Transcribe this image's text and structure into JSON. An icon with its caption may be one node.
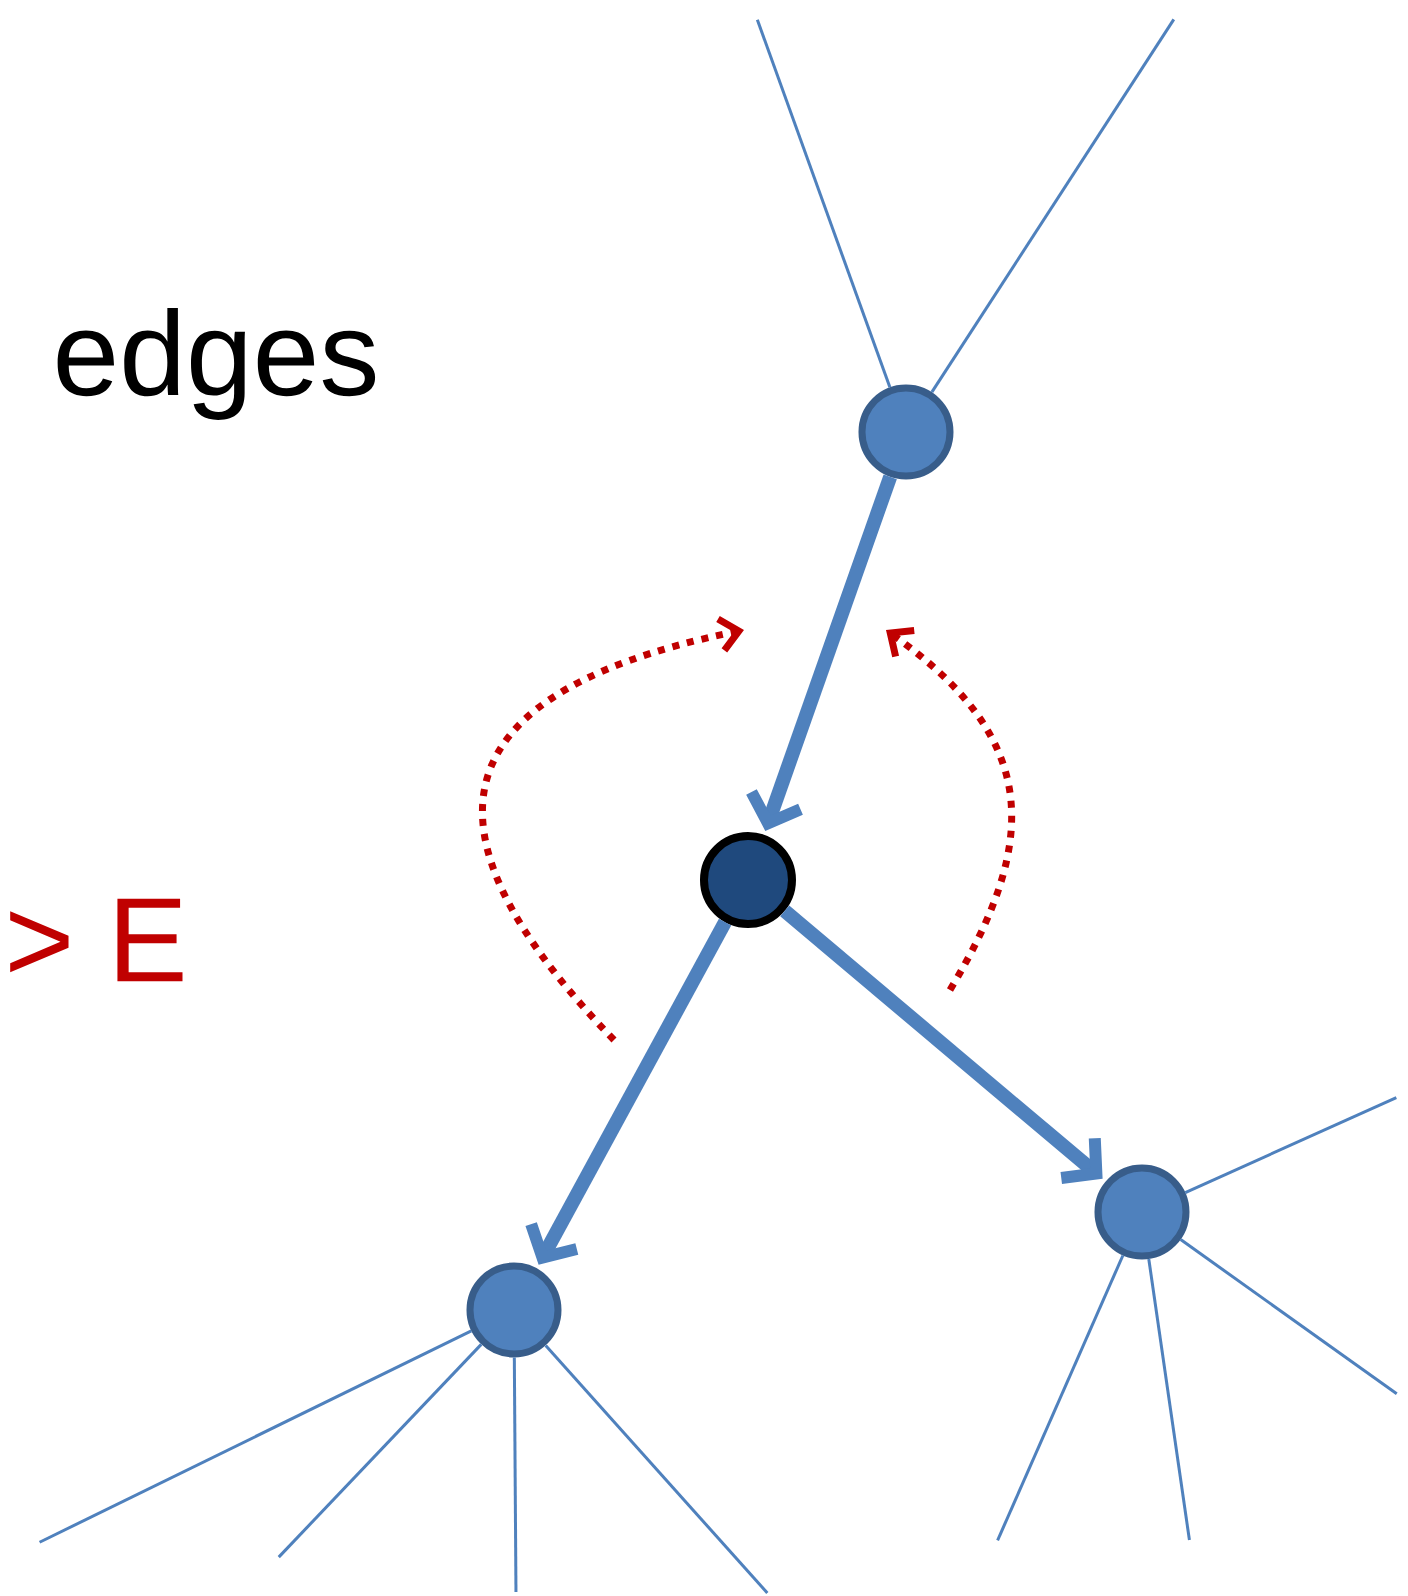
{
  "diagram": {
    "nodes": [
      {
        "text": [],
        "shape": "circle"
      },
      {
        "text": [],
        "shape": "circle"
      },
      {
        "text": [],
        "shape": "circle"
      },
      {
        "text": [],
        "shape": "circle"
      }
    ],
    "edges": [
      {
        "from": 0,
        "to": 1,
        "arrow": "to",
        "style": "thick"
      },
      {
        "from": 1,
        "to": 2,
        "arrow": "to",
        "style": "thick"
      },
      {
        "from": 1,
        "to": 3,
        "arrow": "to",
        "style": "thick"
      },
      {
        "from": 0,
        "to": null,
        "arrow": "none"
      },
      {
        "from": 0,
        "to": null,
        "arrow": "none"
      },
      {
        "from": 2,
        "to": null,
        "arrow": "none"
      },
      {
        "from": 2,
        "to": null,
        "arrow": "none"
      },
      {
        "from": 2,
        "to": null,
        "arrow": "none"
      },
      {
        "from": 2,
        "to": null,
        "arrow": "none"
      },
      {
        "from": 3,
        "to": null,
        "arrow": "none"
      },
      {
        "from": 3,
        "to": null,
        "arrow": "none"
      },
      {
        "from": 3,
        "to": null,
        "arrow": "none"
      },
      {
        "from": 3,
        "to": null,
        "arrow": "none"
      }
    ],
    "labels": [
      "edges",
      "> E"
    ]
  }
}
